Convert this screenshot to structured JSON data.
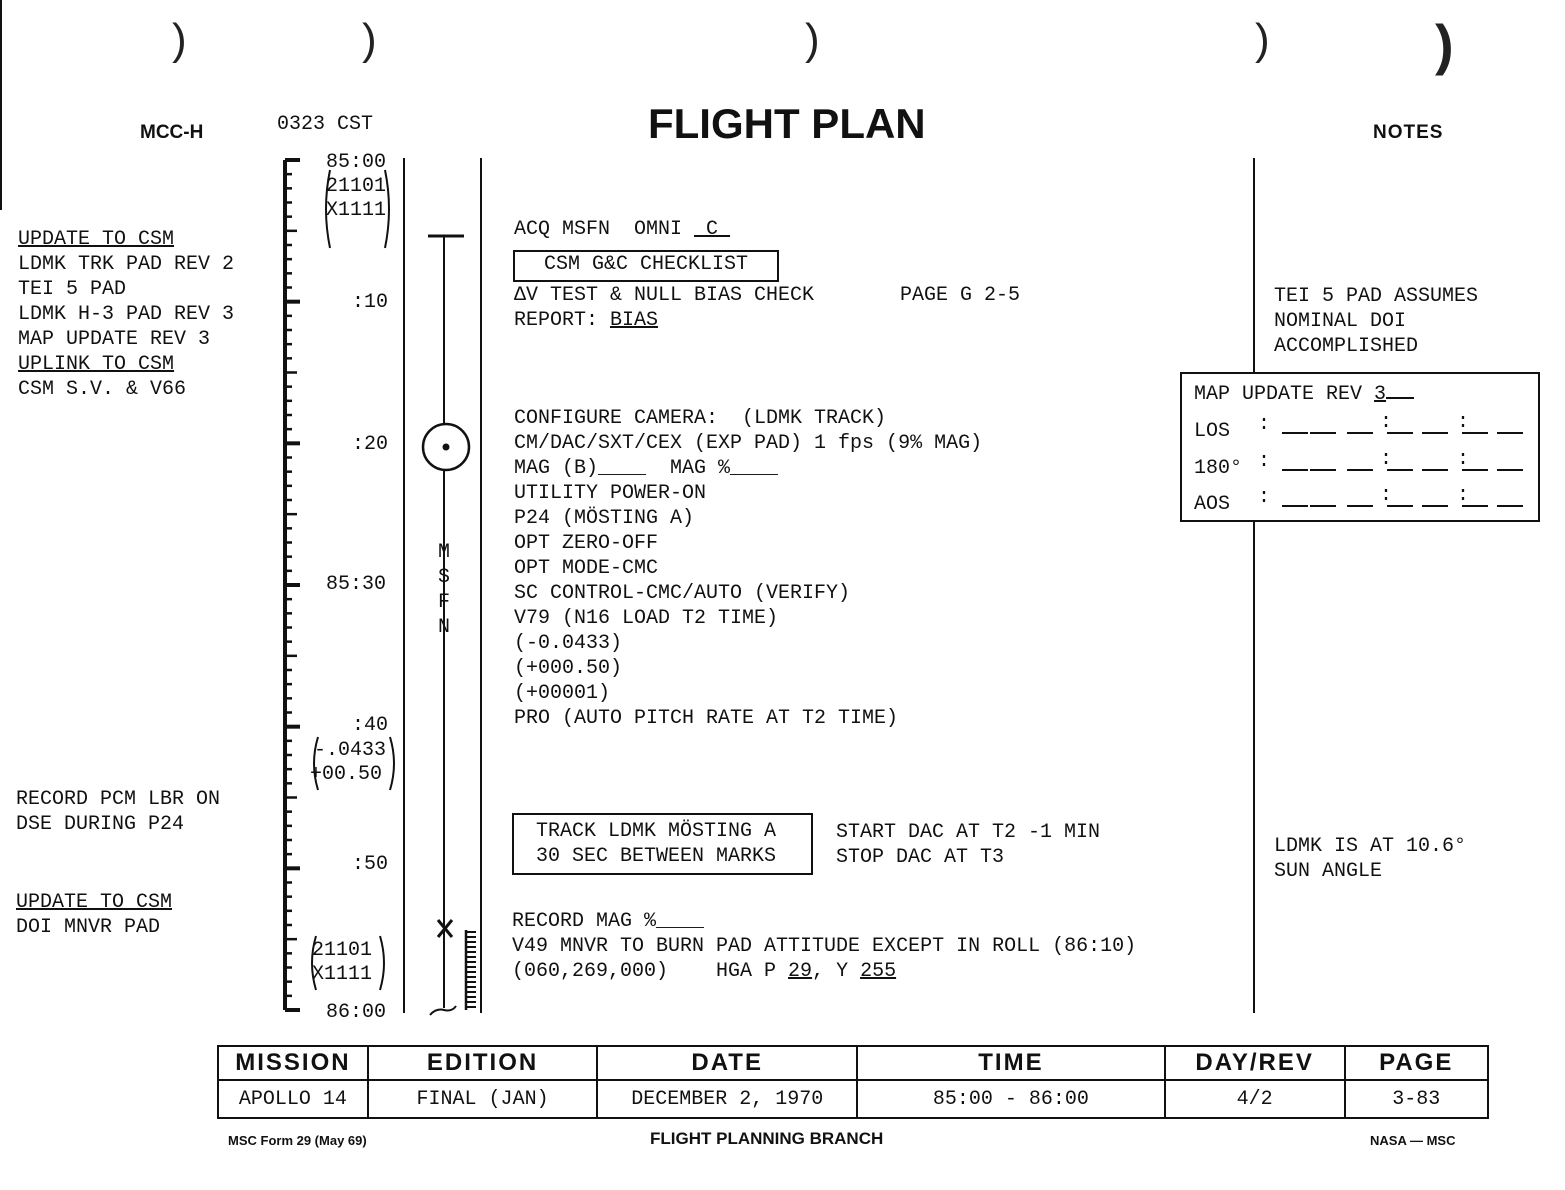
{
  "header": {
    "left": "MCC-H",
    "time": "0323 CST",
    "title": "FLIGHT PLAN",
    "right": "NOTES"
  },
  "timeline": {
    "ticks": [
      "85:00",
      ":10",
      ":20",
      "85:30",
      ":40",
      ":50",
      "86:00"
    ],
    "annot1": [
      "21101",
      "X1111"
    ],
    "annot2": [
      "-.0433",
      "+00.50"
    ],
    "annot3": [
      "21101",
      "X1111"
    ],
    "station": [
      "M",
      "S",
      "F",
      "N"
    ]
  },
  "left_notes": {
    "update1": "UPDATE TO CSM",
    "items1": [
      "LDMK TRK PAD REV 2",
      "TEI 5 PAD",
      "LDMK H-3 PAD REV 3",
      "MAP UPDATE REV 3"
    ],
    "uplink": "UPLINK TO CSM",
    "items2": [
      "CSM S.V. & V66"
    ],
    "record": [
      "RECORD PCM LBR ON",
      "DSE DURING P24"
    ],
    "update2": "UPDATE TO CSM",
    "items3": [
      "DOI MNVR PAD"
    ]
  },
  "main": {
    "acq": "ACQ MSFN  OMNI ",
    "omni": " C ",
    "checklist": "CSM G&C CHECKLIST",
    "dv": "ΔV TEST & NULL BIAS CHECK",
    "page_ref": "PAGE G 2-5",
    "report": "REPORT: ",
    "bias": "BIAS",
    "camera": [
      "CONFIGURE CAMERA:  (LDMK TRACK)",
      "CM/DAC/SXT/CEX (EXP PAD) 1 fps (9% MAG)",
      "MAG (B)____  MAG %____",
      "UTILITY POWER-ON",
      "P24 (MÖSTING A)",
      "OPT ZERO-OFF",
      "OPT MODE-CMC",
      "SC CONTROL-CMC/AUTO (VERIFY)",
      "V79 (N16 LOAD T2 TIME)",
      "(-0.0433)",
      "(+000.50)",
      "(+00001)",
      "PRO (AUTO PITCH RATE AT T2 TIME)"
    ],
    "track_box": [
      "TRACK LDMK MÖSTING A",
      "30 SEC BETWEEN MARKS"
    ],
    "dac": [
      "START DAC AT T2 -1 MIN",
      "STOP DAC AT T3"
    ],
    "record_mag": "RECORD MAG %____",
    "v49": "V49 MNVR TO BURN PAD ATTITUDE EXCEPT IN ROLL (86:10)",
    "att": "(060,269,000)    HGA P ",
    "p": "29",
    "y_lbl": ", Y ",
    "y": "255"
  },
  "notes": {
    "tei": [
      "TEI 5 PAD ASSUMES",
      "NOMINAL DOI",
      "ACCOMPLISHED"
    ],
    "map_title": "MAP UPDATE REV ",
    "map_rev": "3",
    "rows": [
      "LOS",
      "180°",
      "AOS"
    ],
    "ldmk": [
      "LDMK IS AT 10.6°",
      "SUN ANGLE"
    ]
  },
  "footer_table": {
    "headers": [
      "MISSION",
      "EDITION",
      "DATE",
      "TIME",
      "DAY/REV",
      "PAGE"
    ],
    "values": [
      "APOLLO 14",
      "FINAL (JAN)",
      "DECEMBER 2, 1970",
      "85:00 - 86:00",
      "4/2",
      "3-83"
    ]
  },
  "footer": {
    "form": "MSC Form 29 (May 69)",
    "branch": "FLIGHT PLANNING BRANCH",
    "org": "NASA — MSC"
  }
}
